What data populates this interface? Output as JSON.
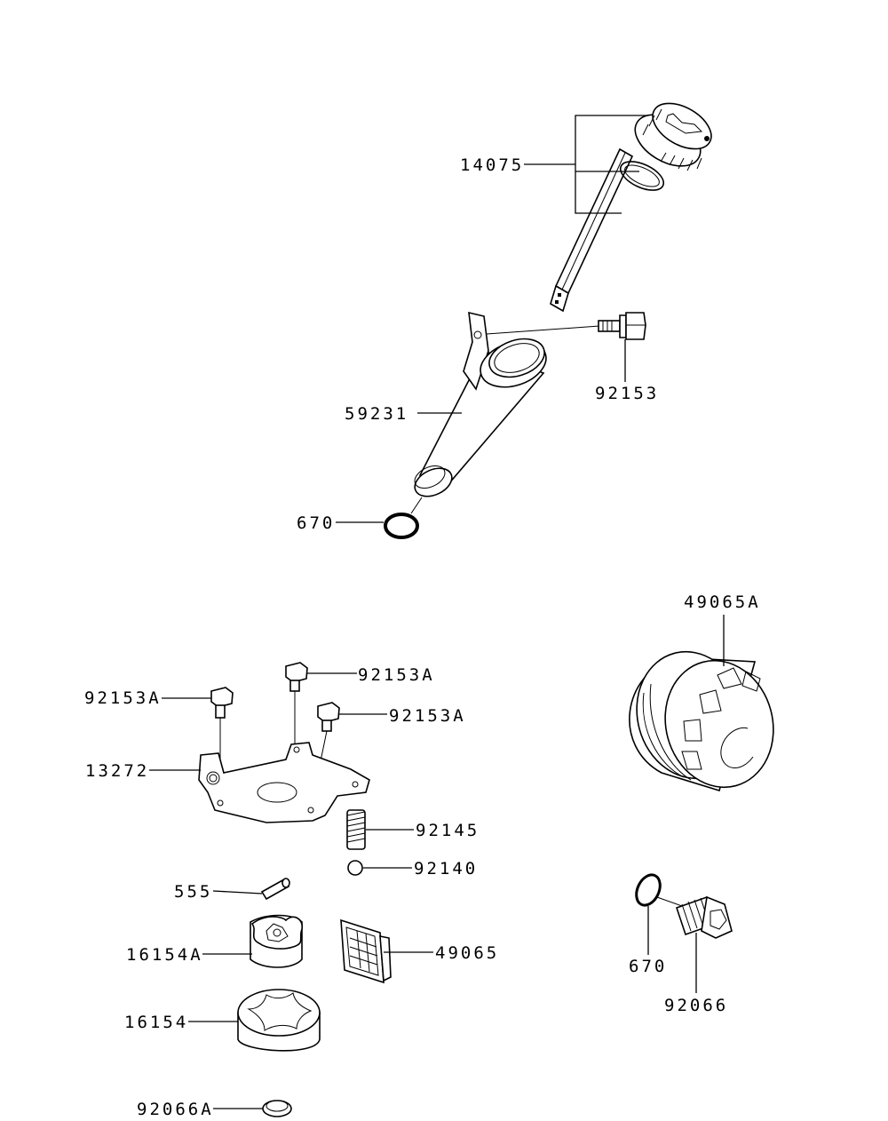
{
  "callouts": {
    "c14075": "14075",
    "c92153": "92153",
    "c59231": "59231",
    "c670_top": "670",
    "c49065A": "49065A",
    "c92153A_mid": "92153A",
    "c92153A_left": "92153A",
    "c92153A_right": "92153A",
    "c13272": "13272",
    "c92145": "92145",
    "c92140": "92140",
    "c555": "555",
    "c16154A": "16154A",
    "c49065": "49065",
    "c16154": "16154",
    "c670_bottom": "670",
    "c92066": "92066",
    "c92066A": "92066A"
  },
  "colors": {
    "line": "#000000",
    "background": "#ffffff"
  }
}
